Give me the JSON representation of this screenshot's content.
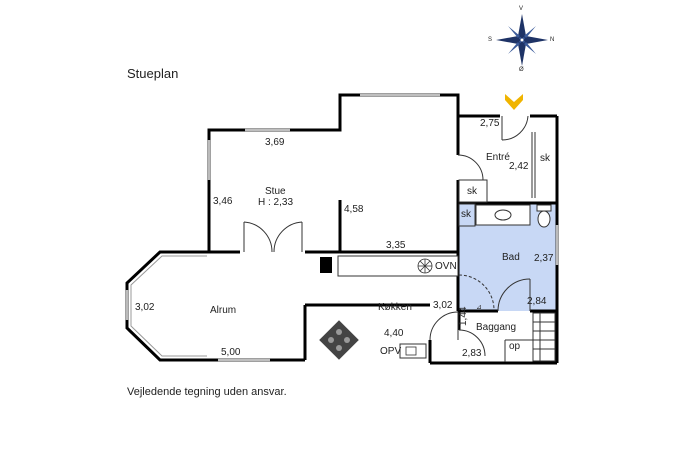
{
  "page": {
    "title": "Stueplan",
    "disclaimer": "Vejledende tegning uden ansvar."
  },
  "compass": {
    "n": "V",
    "e": "N",
    "s": "Ø",
    "w": "S"
  },
  "rooms": {
    "stue": {
      "name": "Stue",
      "height": "H : 2,33"
    },
    "entre": {
      "name": "Entré"
    },
    "bad": {
      "name": "Bad"
    },
    "alrum": {
      "name": "Alrum"
    },
    "kokken": {
      "name": "Køkken"
    },
    "baggang": {
      "name": "Baggang"
    }
  },
  "dimensions": {
    "stue_top": "3,69",
    "stue_left": "3,46",
    "stue_mid": "4,58",
    "stue_bottom": "3,35",
    "entre_top": "2,75",
    "entre_right": "2,42",
    "bad_right": "2,37",
    "bad_bottom": "2,84",
    "kokken_right": "3,02",
    "kokken_bottom": "4,40",
    "alrum_left": "3,02",
    "alrum_bottom": "5,00",
    "baggang_left": "1,44",
    "baggang_bottom": "2,83"
  },
  "fixtures": {
    "sk_entre_right": "sk",
    "sk_entre_left": "sk",
    "sk_bad": "sk",
    "ovn": "OVN",
    "opv": "OPV",
    "op": "op"
  },
  "colors": {
    "bathroom": "#c8d8f5",
    "wall": "#000000",
    "entry_marker": "#f0b400",
    "compass": "#1e3366"
  }
}
